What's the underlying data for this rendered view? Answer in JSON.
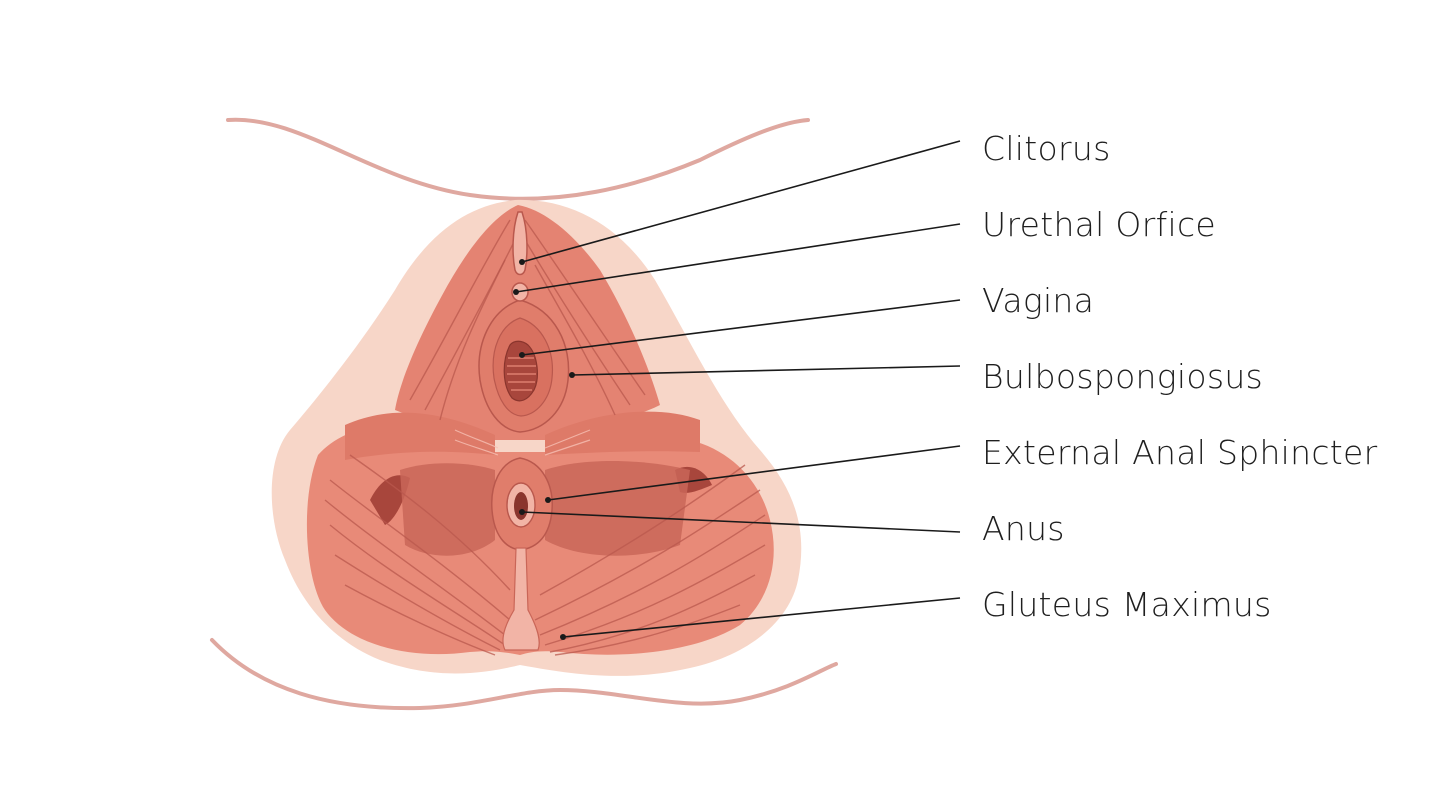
{
  "diagram": {
    "colors": {
      "skin": "#f7d6c8",
      "muscle": "#e88a78",
      "muscle_dark": "#c96658",
      "muscle_deep": "#a8463c",
      "fiber": "#b9584d",
      "outline": "#dfa8a0",
      "text": "#1f1f1f",
      "leader": "#1a1a1a"
    },
    "labels": [
      {
        "id": "clitorus",
        "text": "Clitorus"
      },
      {
        "id": "urethal-orfice",
        "text": "Urethal Orfice"
      },
      {
        "id": "vagina",
        "text": "Vagina"
      },
      {
        "id": "bulbospongiosus",
        "text": "Bulbospongiosus"
      },
      {
        "id": "external-anal-sphincter",
        "text": "External Anal Sphincter"
      },
      {
        "id": "anus",
        "text": "Anus"
      },
      {
        "id": "gluteus-maximus",
        "text": "Gluteus Maximus"
      }
    ]
  }
}
